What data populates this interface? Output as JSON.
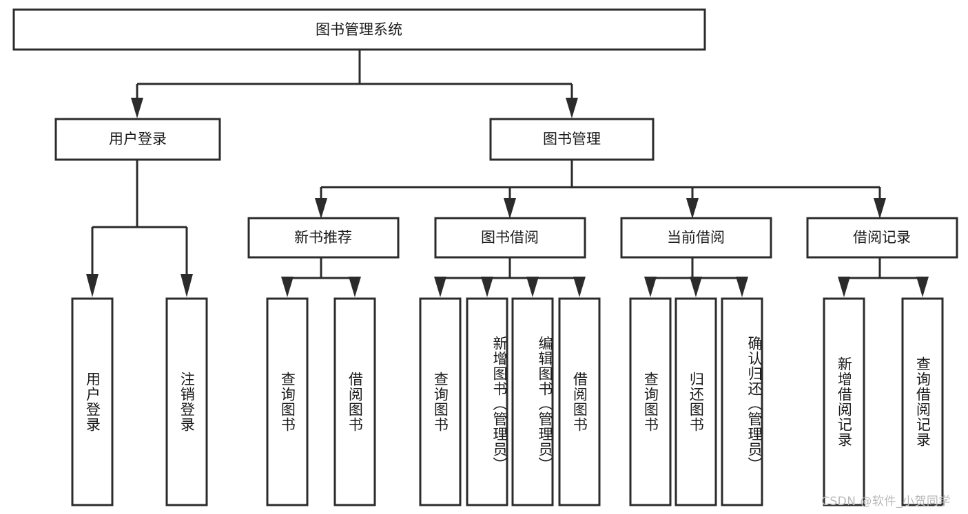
{
  "diagram": {
    "title": "图书管理系统",
    "watermark": "CSDN @软件_小贺同学",
    "root": {
      "label": "图书管理系统"
    },
    "level1": [
      {
        "id": "user-login",
        "label": "用户登录"
      },
      {
        "id": "book-manage",
        "label": "图书管理"
      }
    ],
    "level2": [
      {
        "id": "new-book-recommend",
        "label": "新书推荐"
      },
      {
        "id": "book-borrow",
        "label": "图书借阅"
      },
      {
        "id": "current-borrow",
        "label": "当前借阅"
      },
      {
        "id": "borrow-record",
        "label": "借阅记录"
      }
    ],
    "leaves": {
      "user_login": [
        {
          "id": "leaf-user-login",
          "label": "用户登录"
        },
        {
          "id": "leaf-logout-login",
          "label": "注销登录"
        }
      ],
      "new_book_recommend": [
        {
          "id": "leaf-query-book-1",
          "label": "查询图书"
        },
        {
          "id": "leaf-borrow-book-1",
          "label": "借阅图书"
        }
      ],
      "book_borrow": [
        {
          "id": "leaf-query-book-2",
          "label": "查询图书"
        },
        {
          "id": "leaf-add-book",
          "label": "新增图书（管理员）"
        },
        {
          "id": "leaf-edit-book",
          "label": "编辑图书（管理员）"
        },
        {
          "id": "leaf-borrow-book-2",
          "label": "借阅图书"
        }
      ],
      "current_borrow": [
        {
          "id": "leaf-query-book-3",
          "label": "查询图书"
        },
        {
          "id": "leaf-return-book",
          "label": "归还图书"
        },
        {
          "id": "leaf-confirm-return",
          "label": "确认归还（管理员）"
        }
      ],
      "borrow_record": [
        {
          "id": "leaf-add-record",
          "label": "新增借阅记录"
        },
        {
          "id": "leaf-query-record",
          "label": "查询借阅记录"
        }
      ]
    },
    "colors": {
      "stroke": "#2b2b2b",
      "fill": "#ffffff",
      "text": "#1a1a1a",
      "watermark": "#b9b9b9"
    }
  }
}
